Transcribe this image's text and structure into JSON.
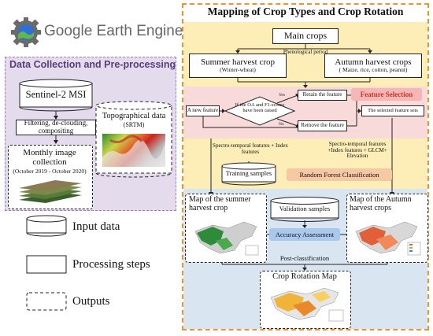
{
  "logo": {
    "text": "Google Earth Engine"
  },
  "left_panel": {
    "title": "Data Collection and Pre-processing",
    "sentinel": "Sentinel-2 MSI",
    "filtering": "Filtering, de-clouding, compositing",
    "topo_title": "Topographical data",
    "topo_sub": "(SRTM)",
    "monthly_title": "Monthly image collection",
    "monthly_sub": "(October 2019 - October 2020)"
  },
  "right_panel": {
    "title": "Mapping of Crop Types and Crop Rotation",
    "main_crops": "Main crops",
    "phenological": "Phenological period",
    "summer_title": "Summer harvest crop",
    "summer_sub": "(Winter-wheat)",
    "autumn_title": "Autumn harvest crops",
    "autumn_sub": "( Maize, rice, cotton, peanut)",
    "new_feature": "A new feature",
    "decision": "If the OA and F1-scores have been raised",
    "yes": "Yes",
    "no": "No",
    "retain": "Retain the feature",
    "remove": "Remove the feature",
    "feature_selection": "Feature Selection",
    "selected_sets": "The selected feature sets",
    "spectro_left": "Spectro-temporal features + Index features",
    "spectro_right": "Spectro-temporal features +Index features + GLCM+ Elevation",
    "training": "Training samples",
    "rf": "Random Forest Classification",
    "map_summer": "Map of the summer harvest crop",
    "map_autumn": "Map of the Autumn harvest crops",
    "validation": "Validation samples",
    "accuracy": "Accuracy Assessment",
    "post": "Post-classification",
    "rotation": "Crop Rotation Map"
  },
  "legend": {
    "input": "Input data",
    "processing": "Processing steps",
    "outputs": "Outputs"
  },
  "colors": {
    "orange_border": "#f0932b",
    "purple_bg": "#e4dbec",
    "yellow_band": "#fdeeb8",
    "pink_band": "#f9dada",
    "blue_band": "#d9e6f2",
    "feature_sel_btn": "#f6b6b6",
    "rf_btn": "#f7c8a4",
    "accuracy_btn": "#aac8ec"
  }
}
